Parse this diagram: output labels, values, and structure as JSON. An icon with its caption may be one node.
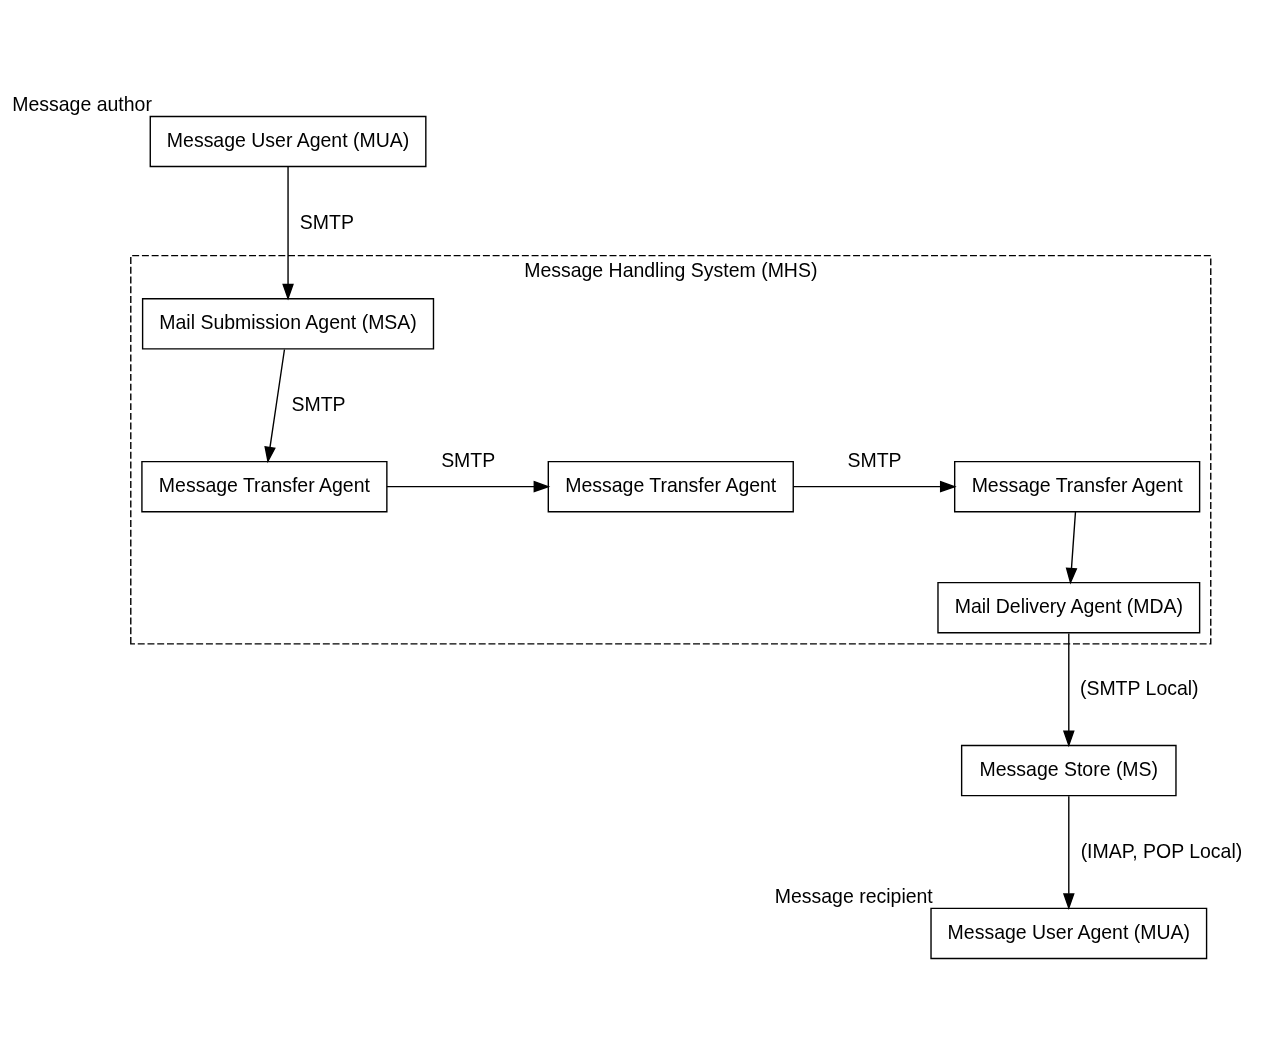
{
  "diagram": {
    "nodes": [
      {
        "text": [
          "Message Handling System (MHS)"
        ]
      },
      {
        "text": [
          "Message Transfer Agent"
        ],
        "in": 0
      },
      {
        "text": [
          "Message Transfer Agent"
        ],
        "in": 0
      },
      {
        "text": [
          "Message Transfer Agent"
        ],
        "in": 0
      },
      {
        "text": [
          "Mail Submission Agent (MSA)"
        ],
        "in": 0
      },
      {
        "text": [
          "Mail Delivery Agent (MDA)"
        ],
        "in": 0
      },
      {
        "text": [
          "Message User Agent (MUA)"
        ],
        "beside": [
          "Message author"
        ]
      },
      {
        "text": [
          "Message Store (MS)"
        ]
      },
      {
        "text": [
          "Message User Agent (MUA)"
        ],
        "beside": [
          "Message recipient"
        ]
      }
    ],
    "edges": [
      {
        "from": 6,
        "to": 4,
        "arrow": "to",
        "label": "SMTP"
      },
      {
        "from": 4,
        "to": 1,
        "arrow": "to",
        "label": "SMTP"
      },
      {
        "from": 1,
        "to": 2,
        "arrow": "to",
        "label": "SMTP"
      },
      {
        "from": 2,
        "to": 3,
        "arrow": "to",
        "label": "SMTP"
      },
      {
        "from": 3,
        "to": 5,
        "arrow": "to"
      },
      {
        "from": 5,
        "to": 7,
        "arrow": "to",
        "label": "(SMTP Local)"
      },
      {
        "from": 7,
        "to": 8,
        "arrow": "to",
        "label": "(IMAP, POP Local)"
      }
    ]
  }
}
